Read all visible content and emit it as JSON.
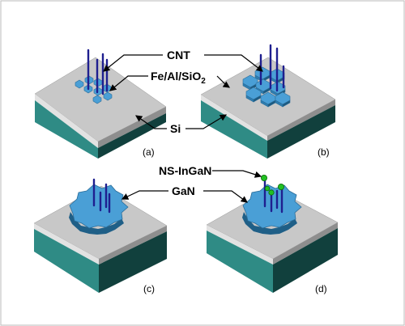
{
  "labels": {
    "cnt": "CNT",
    "catalyst": "Fe/Al/SiO",
    "catalyst_sub": "2",
    "si": "Si",
    "ns_ingan": "NS-InGaN",
    "gan": "GaN"
  },
  "panels": [
    {
      "id": "a",
      "label": "(a)"
    },
    {
      "id": "b",
      "label": "(b)"
    },
    {
      "id": "c",
      "label": "(c)"
    },
    {
      "id": "d",
      "label": "(d)"
    }
  ],
  "colors": {
    "substrate_top": "#c8c8c8",
    "substrate_side_front": "#2f8b85",
    "substrate_side_right": "#11403d",
    "gan_fill": "#4a9fd6",
    "cnt_stroke": "#1f1f8f",
    "ns_dot": "#22c022"
  }
}
